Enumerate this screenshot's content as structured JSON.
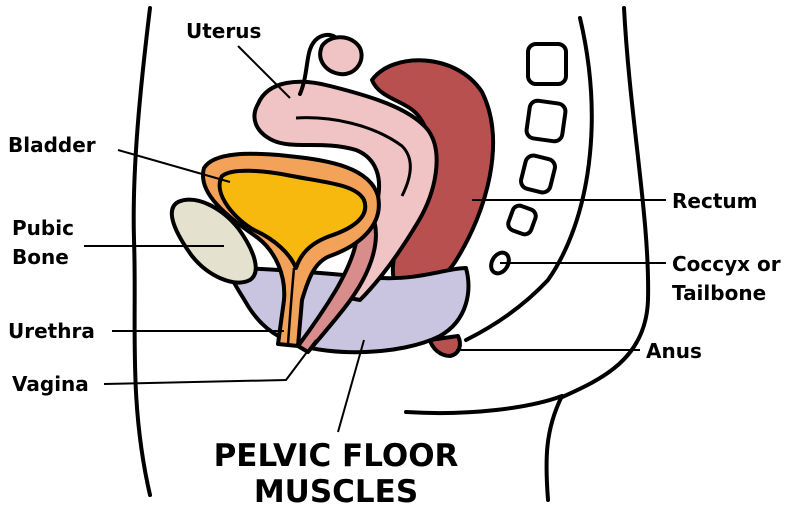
{
  "labels": {
    "uterus": "Uterus",
    "bladder": "Bladder",
    "pubic_bone_line1": "Pubic",
    "pubic_bone_line2": "Bone",
    "urethra": "Urethra",
    "vagina": "Vagina",
    "rectum": "Rectum",
    "coccyx_line1": "Coccyx or",
    "coccyx_line2": "Tailbone",
    "anus": "Anus"
  },
  "title": {
    "line1": "PELVIC FLOOR",
    "line2": "MUSCLES"
  },
  "colors": {
    "uterus": "#f0c4c4",
    "bladder_outer": "#f3a25a",
    "bladder_inner": "#f7b90e",
    "rectum": "#b8504f",
    "pelvic_floor": "#c9c4e0",
    "pubic_bone": "#e4e1cf",
    "vaginal_canal": "#d88c8c"
  }
}
